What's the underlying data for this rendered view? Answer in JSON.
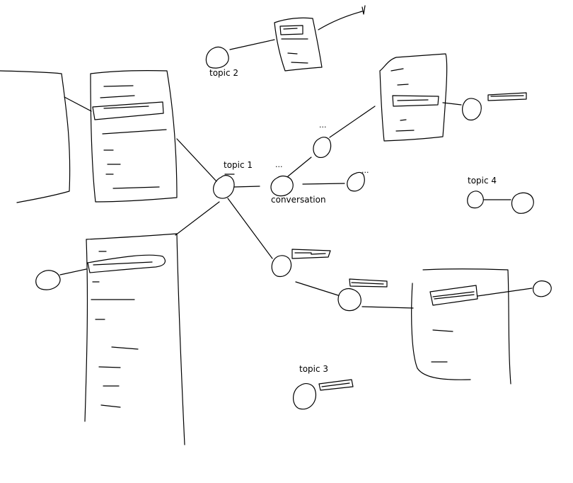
{
  "labels": {
    "topic1": "topic 1",
    "topic2": "topic 2",
    "topic3": "topic 3",
    "topic4": "topic 4",
    "conversation": "conversation",
    "ellipsis": "..."
  },
  "colors": {
    "ink": "#000000",
    "background": "#ffffff"
  }
}
